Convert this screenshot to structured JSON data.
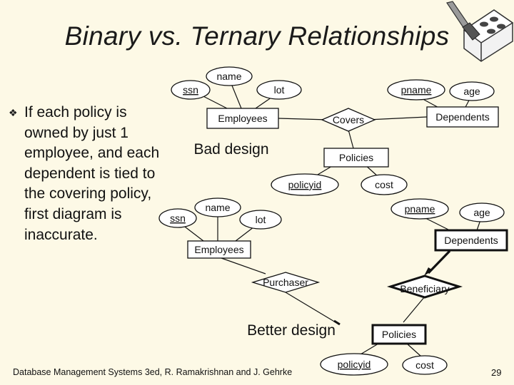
{
  "slide": {
    "title": "Binary vs. Ternary Relationships",
    "bullet_text": "If each policy is owned by just 1 employee, and each dependent is tied to the covering policy, first diagram is inaccurate.",
    "bullet_glyph": "❖",
    "footer": "Database Management Systems 3ed, R. Ramakrishnan and J. Gehrke",
    "page_number": "29"
  },
  "bad_design": {
    "caption": "Bad design",
    "attr_ssn": "ssn",
    "attr_name": "name",
    "attr_lot": "lot",
    "entity_employees": "Employees",
    "relationship": "Covers",
    "attr_pname": "pname",
    "attr_age": "age",
    "entity_dependents": "Dependents",
    "entity_policies": "Policies",
    "attr_policyid": "policyid",
    "attr_cost": "cost"
  },
  "better_design": {
    "caption": "Better design",
    "attr_ssn": "ssn",
    "attr_name": "name",
    "attr_lot": "lot",
    "entity_employees": "Employees",
    "relationship_purchaser": "Purchaser",
    "relationship_beneficiary": "Beneficiary",
    "attr_pname": "pname",
    "attr_age": "age",
    "entity_dependents": "Dependents",
    "entity_policies": "Policies",
    "attr_policyid": "policyid",
    "attr_cost": "cost"
  },
  "colors": {
    "background": "#fdf9e6",
    "ink": "#111111"
  },
  "icons": {
    "logo": "trowel-and-brick-icon",
    "bullet": "diamond-bullet-icon"
  }
}
